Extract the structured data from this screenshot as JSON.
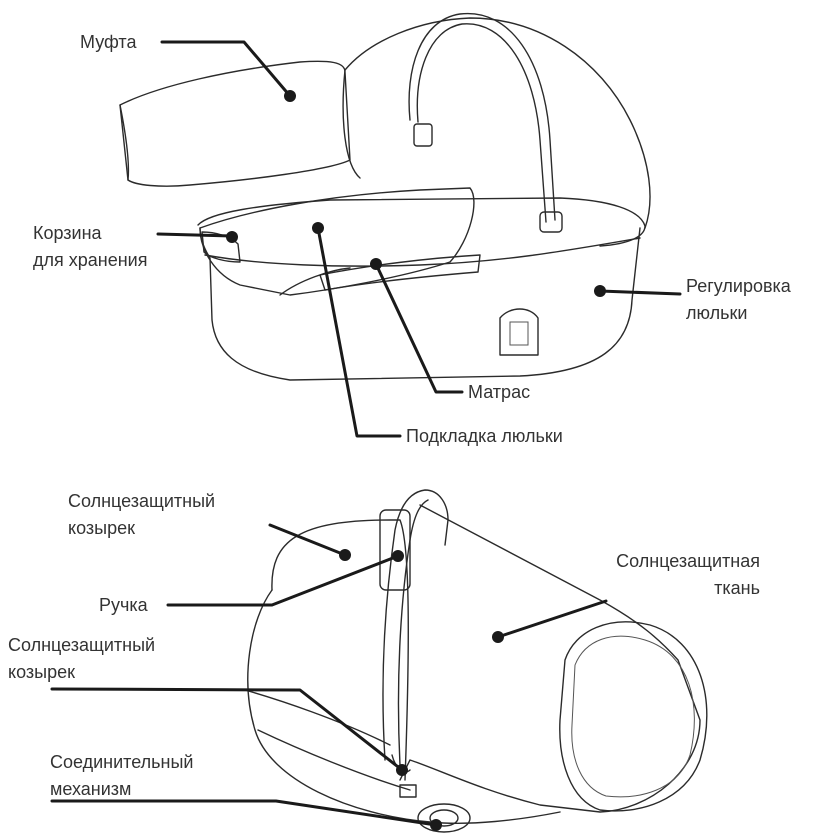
{
  "top_labels": {
    "muff": "Муфта",
    "storage_basket_line1": "Корзина",
    "storage_basket_line2": "для хранения",
    "mattress": "Матрас",
    "bassinet_liner": "Подкладка люльки",
    "bassinet_adjust_line1": "Регулировка",
    "bassinet_adjust_line2": "люльки"
  },
  "bottom_labels": {
    "canopy_line1": "Солнцезащитный",
    "canopy_line2": "козырек",
    "handle": "Ручка",
    "canopy2_line1": "Солнцезащитный",
    "canopy2_line2": "козырек",
    "connector_line1": "Соединительный",
    "connector_line2": "механизм",
    "sun_fabric_line1": "Солнцезащитная",
    "sun_fabric_line2": "ткань"
  }
}
